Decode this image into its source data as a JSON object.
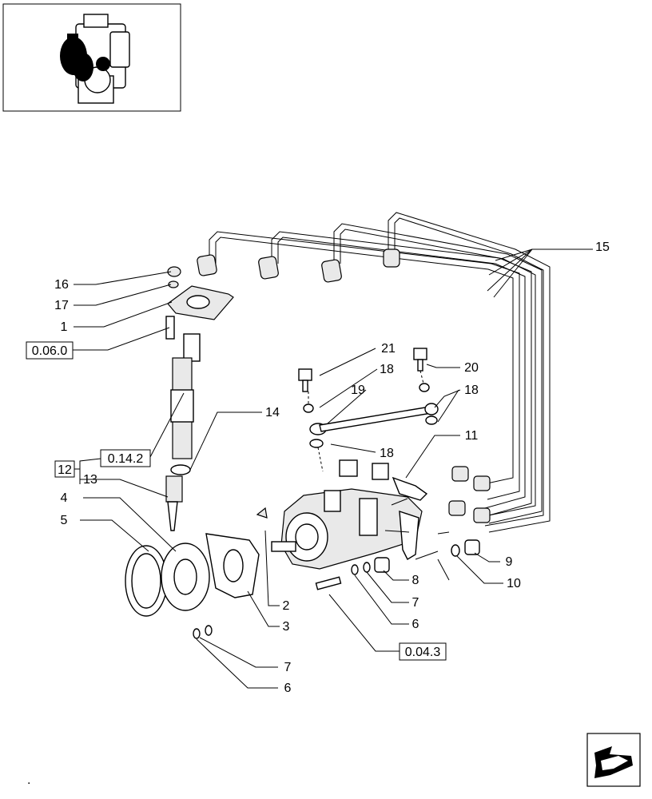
{
  "thumbnail": {
    "icon": "engine-thumbnail-icon"
  },
  "callouts": {
    "c1": "1",
    "c2": "2",
    "c3": "3",
    "c4": "4",
    "c5": "5",
    "c6a": "6",
    "c6b": "6",
    "c7a": "7",
    "c7b": "7",
    "c8": "8",
    "c9": "9",
    "c10": "10",
    "c11": "11",
    "c12": "12",
    "c13": "13",
    "c14": "14",
    "c15": "15",
    "c16": "16",
    "c17": "17",
    "c18a": "18",
    "c18b": "18",
    "c18c": "18",
    "c19": "19",
    "c20": "20",
    "c21": "21"
  },
  "references": {
    "r1": "0.06.0",
    "r2": "0.14.2",
    "r3": "0.04.3"
  },
  "navigation": {
    "icon": "next-page-arrow-icon"
  },
  "footer": {
    "mark": "."
  }
}
